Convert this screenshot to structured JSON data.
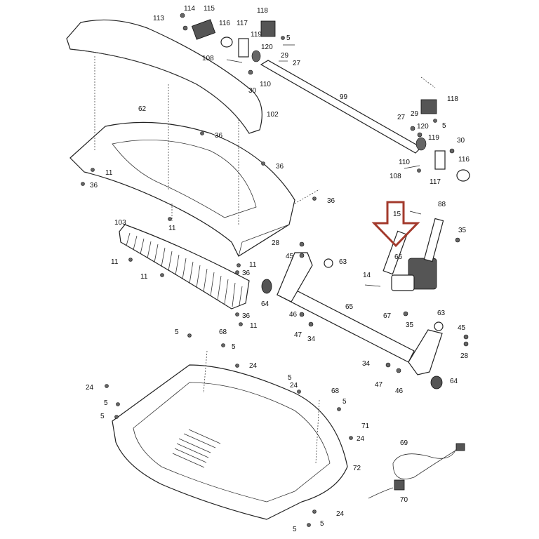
{
  "diagram": {
    "labels": {
      "l113": "113",
      "l114": "114",
      "l115": "115",
      "l116": "116",
      "l117a": "117",
      "l118a": "118",
      "l119a": "119",
      "l5a": "5",
      "l120a": "120",
      "l29a": "29",
      "l108a": "108",
      "l27a": "27",
      "l110a": "110",
      "l30a": "30",
      "l102": "102",
      "l62": "62",
      "l99": "99",
      "l118b": "118",
      "l27b": "27",
      "l29b": "29",
      "l5b": "5",
      "l120b": "120",
      "l119b": "119",
      "l30b": "30",
      "l116b": "116",
      "l110b": "110",
      "l108b": "108",
      "l117b": "117",
      "l36a": "36",
      "l36b": "36",
      "l36c": "36",
      "l36d": "36",
      "l11a": "11",
      "l11b": "11",
      "l11c": "11",
      "l11d": "11",
      "l11e": "11",
      "l11f": "11",
      "l103": "103",
      "l15": "15",
      "l88": "88",
      "l35a": "35",
      "l66": "66",
      "l14": "14",
      "l67": "67",
      "l35b": "35",
      "l28a": "28",
      "l45a": "45",
      "l63a": "63",
      "l64a": "64",
      "l65": "65",
      "l46a": "46",
      "l47a": "47",
      "l34a": "34",
      "l63b": "63",
      "l45b": "45",
      "l28b": "28",
      "l34b": "34",
      "l47b": "47",
      "l46b": "46",
      "l64b": "64",
      "l5c": "5",
      "l68a": "68",
      "l5d": "5",
      "l24a": "24",
      "l24b": "24",
      "l5e": "5",
      "l5f": "5",
      "l5g": "5",
      "l24c": "24",
      "l68b": "68",
      "l5h": "5",
      "l71": "71",
      "l24d": "24",
      "l72": "72",
      "l69": "69",
      "l70": "70",
      "l24e": "24",
      "l5i": "5",
      "l5j": "5"
    },
    "highlight_color": "#a33a2c",
    "line_color": "#222222"
  }
}
